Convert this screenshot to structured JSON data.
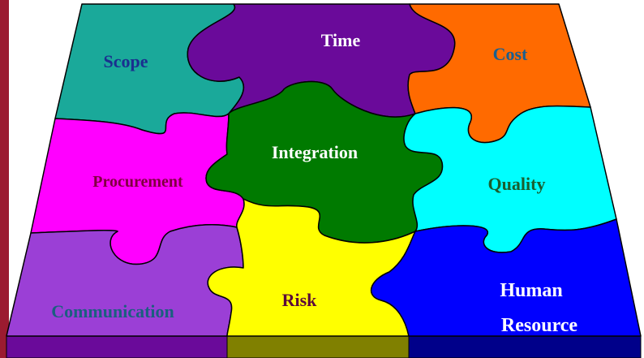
{
  "colors": {
    "frame": "#9b1b30",
    "scope": "#1aa99a",
    "time": "#6a0a9a",
    "cost": "#ff6a00",
    "procurement": "#ff00ff",
    "integration": "#007a00",
    "quality": "#00ffff",
    "communication": "#9b3fd6",
    "risk": "#ffff00",
    "human_resource": "#0000ff",
    "base_left": "#6a0a9a",
    "base_mid": "#808000",
    "base_right": "#00008a"
  },
  "pieces": {
    "scope": "Scope",
    "time": "Time",
    "cost": "Cost",
    "procurement": "Procurement",
    "integration": "Integration",
    "quality": "Quality",
    "communication": "Communication",
    "risk": "Risk",
    "human_resource_line1": "Human",
    "human_resource_line2": "Resource"
  }
}
